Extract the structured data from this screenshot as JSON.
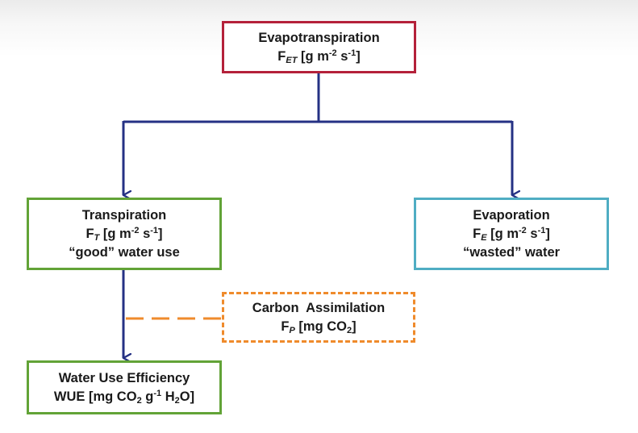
{
  "diagram": {
    "evapotranspiration": {
      "title": "Evapotranspiration",
      "symbol": "F",
      "subscript": "ET",
      "unit_open": " [g m",
      "exp1": "-2",
      "unit_mid": " s",
      "exp2": "-1",
      "unit_close": "]"
    },
    "transpiration": {
      "title": "Transpiration",
      "symbol": "F",
      "subscript": "T",
      "unit_open": " [g m",
      "exp1": "-2",
      "unit_mid": " s",
      "exp2": "-1",
      "unit_close": "]",
      "note": "“good”  water use"
    },
    "evaporation": {
      "title": "Evaporation",
      "symbol": "F",
      "subscript": "E",
      "unit_open": " [g m",
      "exp1": "-2",
      "unit_mid": " s",
      "exp2": "-1",
      "unit_close": "]",
      "note": "“wasted” water"
    },
    "carbon_assimilation": {
      "title": "Carbon  Assimilation",
      "symbol": "F",
      "subscript": "P",
      "unit_open": " [mg CO",
      "sub2": "2",
      "unit_close": "]"
    },
    "wue": {
      "title": "Water Use Efficiency",
      "prefix": "WUE [mg CO",
      "sub1": "2",
      "mid": " g",
      "exp": "-1",
      "mid2": " H",
      "sub2": "2",
      "close": "O]"
    },
    "colors": {
      "connector": "#253184",
      "et_border": "#b4213a",
      "green_border": "#62a337",
      "evap_border": "#4fadc3",
      "carbon_border": "#ef8b2c"
    }
  }
}
